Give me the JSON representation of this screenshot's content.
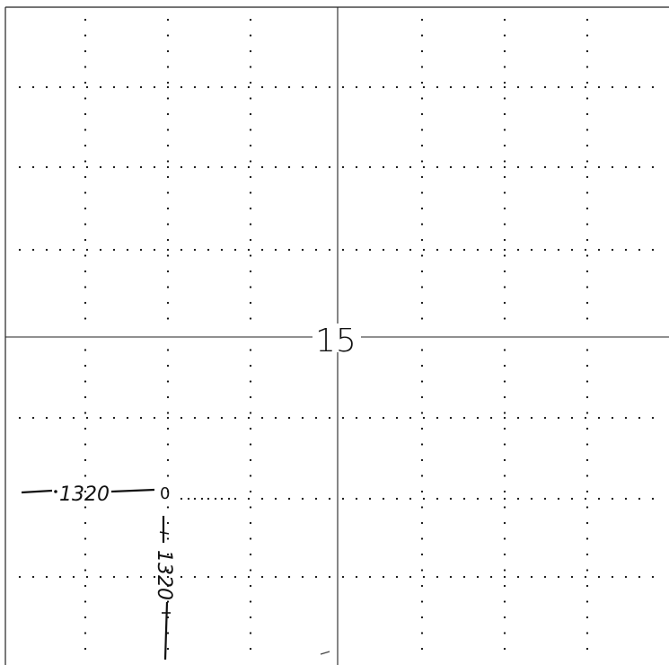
{
  "section": {
    "number": "15"
  },
  "measurements": {
    "horizontal": "1320",
    "vertical": "1320",
    "origin": "0"
  },
  "colors": {
    "paper": "#ffffff",
    "ink": "#111111"
  }
}
